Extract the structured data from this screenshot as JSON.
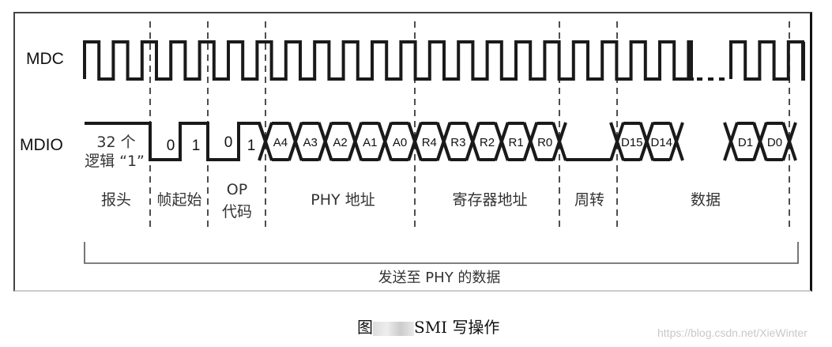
{
  "signals": {
    "clock": "MDC",
    "data": "MDIO"
  },
  "preamble": {
    "line1": "32 个",
    "line2": "逻辑 “1”"
  },
  "bits": {
    "start": [
      "0",
      "1"
    ],
    "op": [
      "0",
      "1"
    ],
    "phy_addr": [
      "A4",
      "A3",
      "A2",
      "A1",
      "A0"
    ],
    "reg_addr": [
      "R4",
      "R3",
      "R2",
      "R1",
      "R0"
    ],
    "data_first": [
      "D15",
      "D14"
    ],
    "data_last": [
      "D1",
      "D0"
    ]
  },
  "sections": {
    "preamble": "报头",
    "start": "帧起始",
    "op_line1": "OP",
    "op_line2": "代码",
    "phy_addr": "PHY 地址",
    "reg_addr": "寄存器地址",
    "turnaround": "周转",
    "data": "数据"
  },
  "bracket_label": "发送至 PHY 的数据",
  "caption": {
    "prefix": "图",
    "title": "SMI 写操作"
  },
  "watermark": "https://blog.csdn.net/XieWinter"
}
